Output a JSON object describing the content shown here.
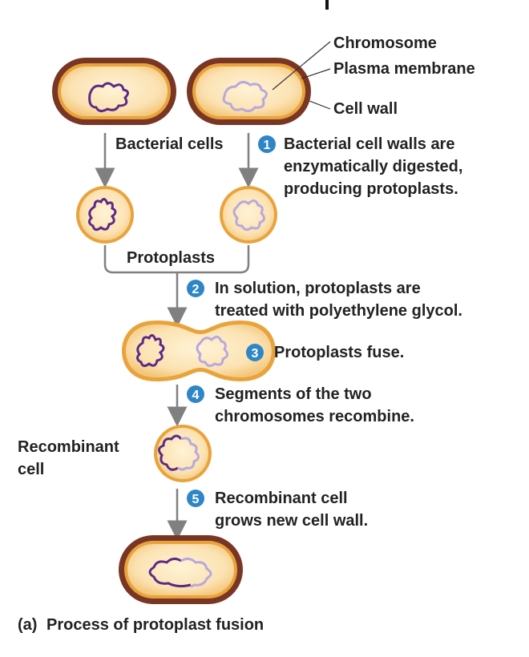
{
  "labels": {
    "chromosome": "Chromosome",
    "plasma_membrane": "Plasma membrane",
    "cell_wall": "Cell wall",
    "bacterial_cells": "Bacterial cells",
    "protoplasts": "Protoplasts",
    "recombinant_cell": [
      "Recombinant",
      "cell"
    ],
    "caption_prefix": "(a)",
    "caption": "Process of protoplast fusion"
  },
  "steps": [
    {
      "number": "1",
      "lines": [
        "Bacterial cell walls are",
        "enzymatically digested,",
        "producing protoplasts."
      ]
    },
    {
      "number": "2",
      "lines": [
        "In solution, protoplasts are",
        "treated with polyethylene glycol."
      ]
    },
    {
      "number": "3",
      "lines": [
        "Protoplasts fuse."
      ]
    },
    {
      "number": "4",
      "lines": [
        "Segments of the two",
        "chromosomes recombine."
      ]
    },
    {
      "number": "5",
      "lines": [
        "Recombinant cell",
        "grows new cell wall."
      ]
    }
  ],
  "colors": {
    "cell_wall_outer": "#7a3624",
    "cell_wall_ring": "#e9a33c",
    "cytoplasm": "#fbe2b2",
    "chromosome_a": "#5c2a86",
    "chromosome_b": "#b9a8dc",
    "badge": "#2f86c6",
    "arrow": "#808080"
  }
}
